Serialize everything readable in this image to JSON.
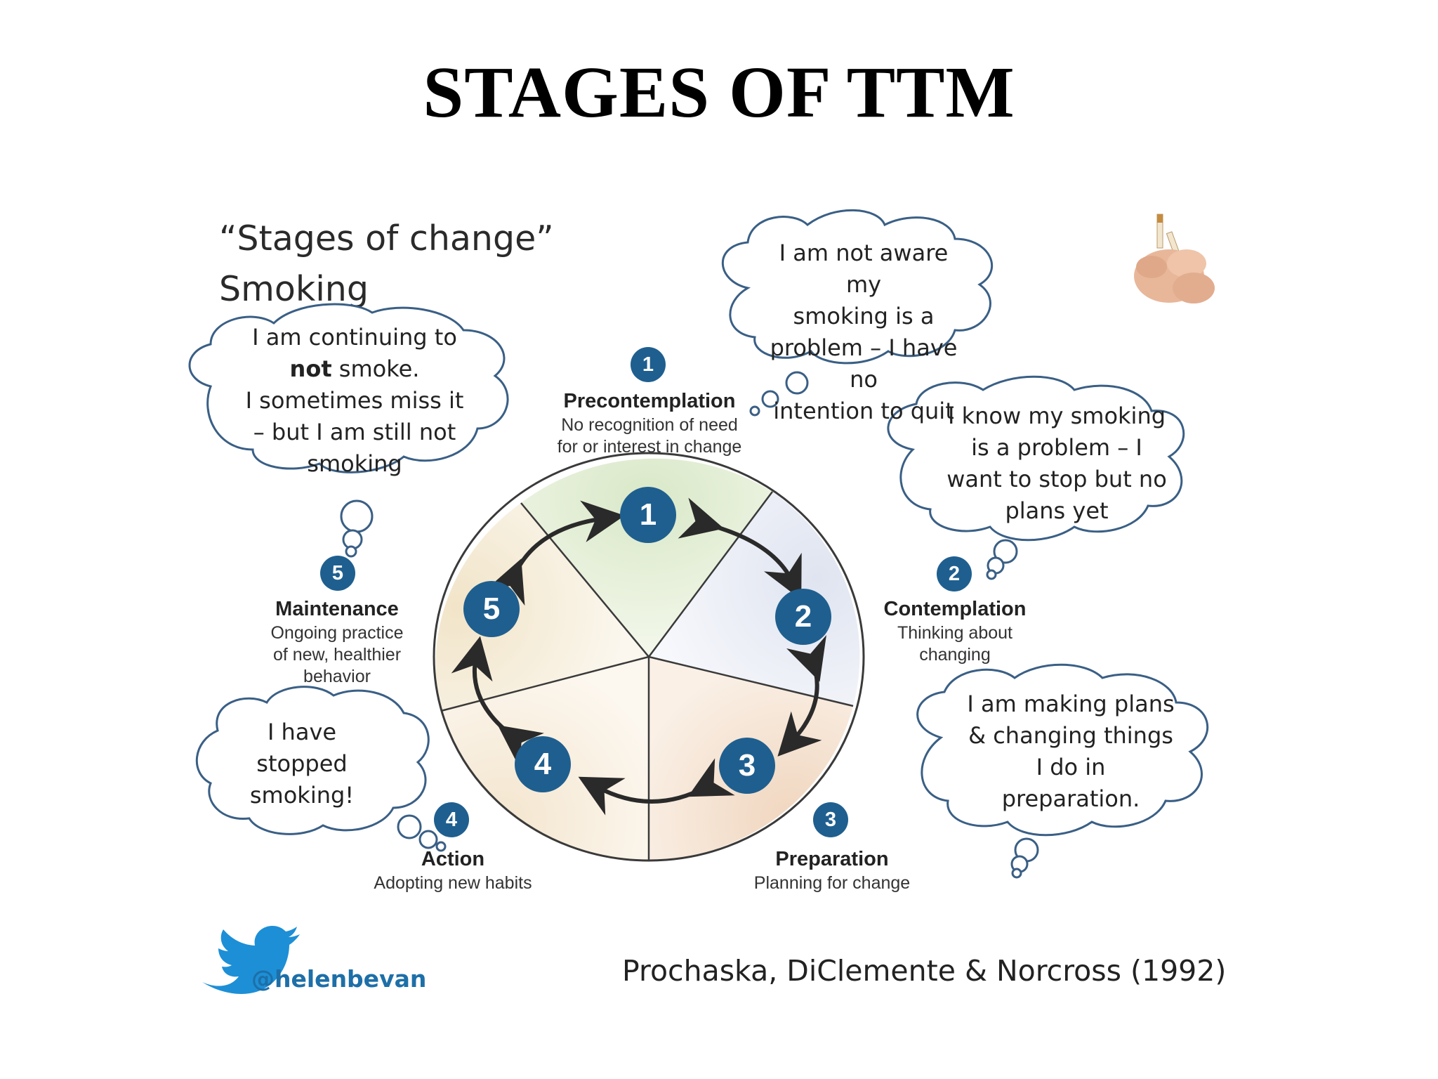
{
  "slide": {
    "title": "STAGES OF TTM"
  },
  "diagram": {
    "heading": {
      "line1": "“Stages of change”",
      "line2": "Smoking"
    },
    "stages": [
      {
        "number": "1",
        "name": "Precontemplation",
        "desc_line1": "No recognition of need",
        "desc_line2": "for or interest in change"
      },
      {
        "number": "2",
        "name": "Contemplation",
        "desc_line1": "Thinking about",
        "desc_line2": "changing"
      },
      {
        "number": "3",
        "name": "Preparation",
        "desc_line1": "Planning for change",
        "desc_line2": ""
      },
      {
        "number": "4",
        "name": "Action",
        "desc_line1": "Adopting new habits",
        "desc_line2": ""
      },
      {
        "number": "5",
        "name": "Maintenance",
        "desc_line1": "Ongoing practice",
        "desc_line2": "of new, healthier",
        "desc_line3": "behavior"
      }
    ],
    "thoughts": {
      "precontemplation": [
        "I am not aware my",
        "smoking is a",
        "problem – I have no",
        "intention to quit"
      ],
      "contemplation": [
        "I know my smoking",
        "is a problem – I",
        "want to stop but no",
        "plans yet"
      ],
      "preparation": [
        "I am making plans",
        "& changing things",
        "I do in",
        "preparation."
      ],
      "action": [
        "I have",
        "stopped",
        "smoking!"
      ],
      "maintenance": {
        "line1": "I am continuing to",
        "line2_bold": "not",
        "line2_rest": " smoke.",
        "line3": "I sometimes miss it",
        "line4": "– but I am still not",
        "line5": "smoking"
      }
    },
    "colors": {
      "badge": "#1f5f8f",
      "cloud_outline": "#3a5f85",
      "wheel_outline": "#3a3a3a"
    }
  },
  "footer": {
    "twitter_icon": "twitter-bird-icon",
    "handle": "@helenbevan",
    "citation": "Prochaska, DiClemente & Norcross (1992)"
  },
  "image": {
    "icon": "hand-breaking-cigarette-icon"
  }
}
